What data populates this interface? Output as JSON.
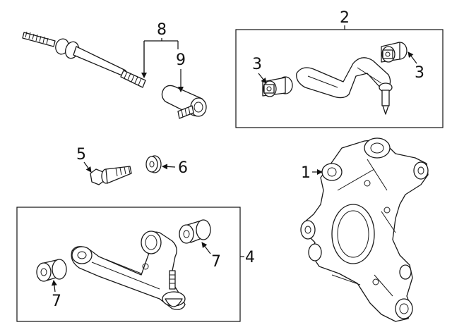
{
  "callouts": {
    "knuckle": "1",
    "upper_arm_kit": "2",
    "upper_bushing_left": "3",
    "upper_bushing_right": "3",
    "lower_arm_kit": "4",
    "bolt": "5",
    "washer": "6",
    "lower_bushing_right": "7",
    "lower_bushing_left": "7",
    "tie_rod_assembly": "8",
    "tie_rod_end": "9"
  }
}
